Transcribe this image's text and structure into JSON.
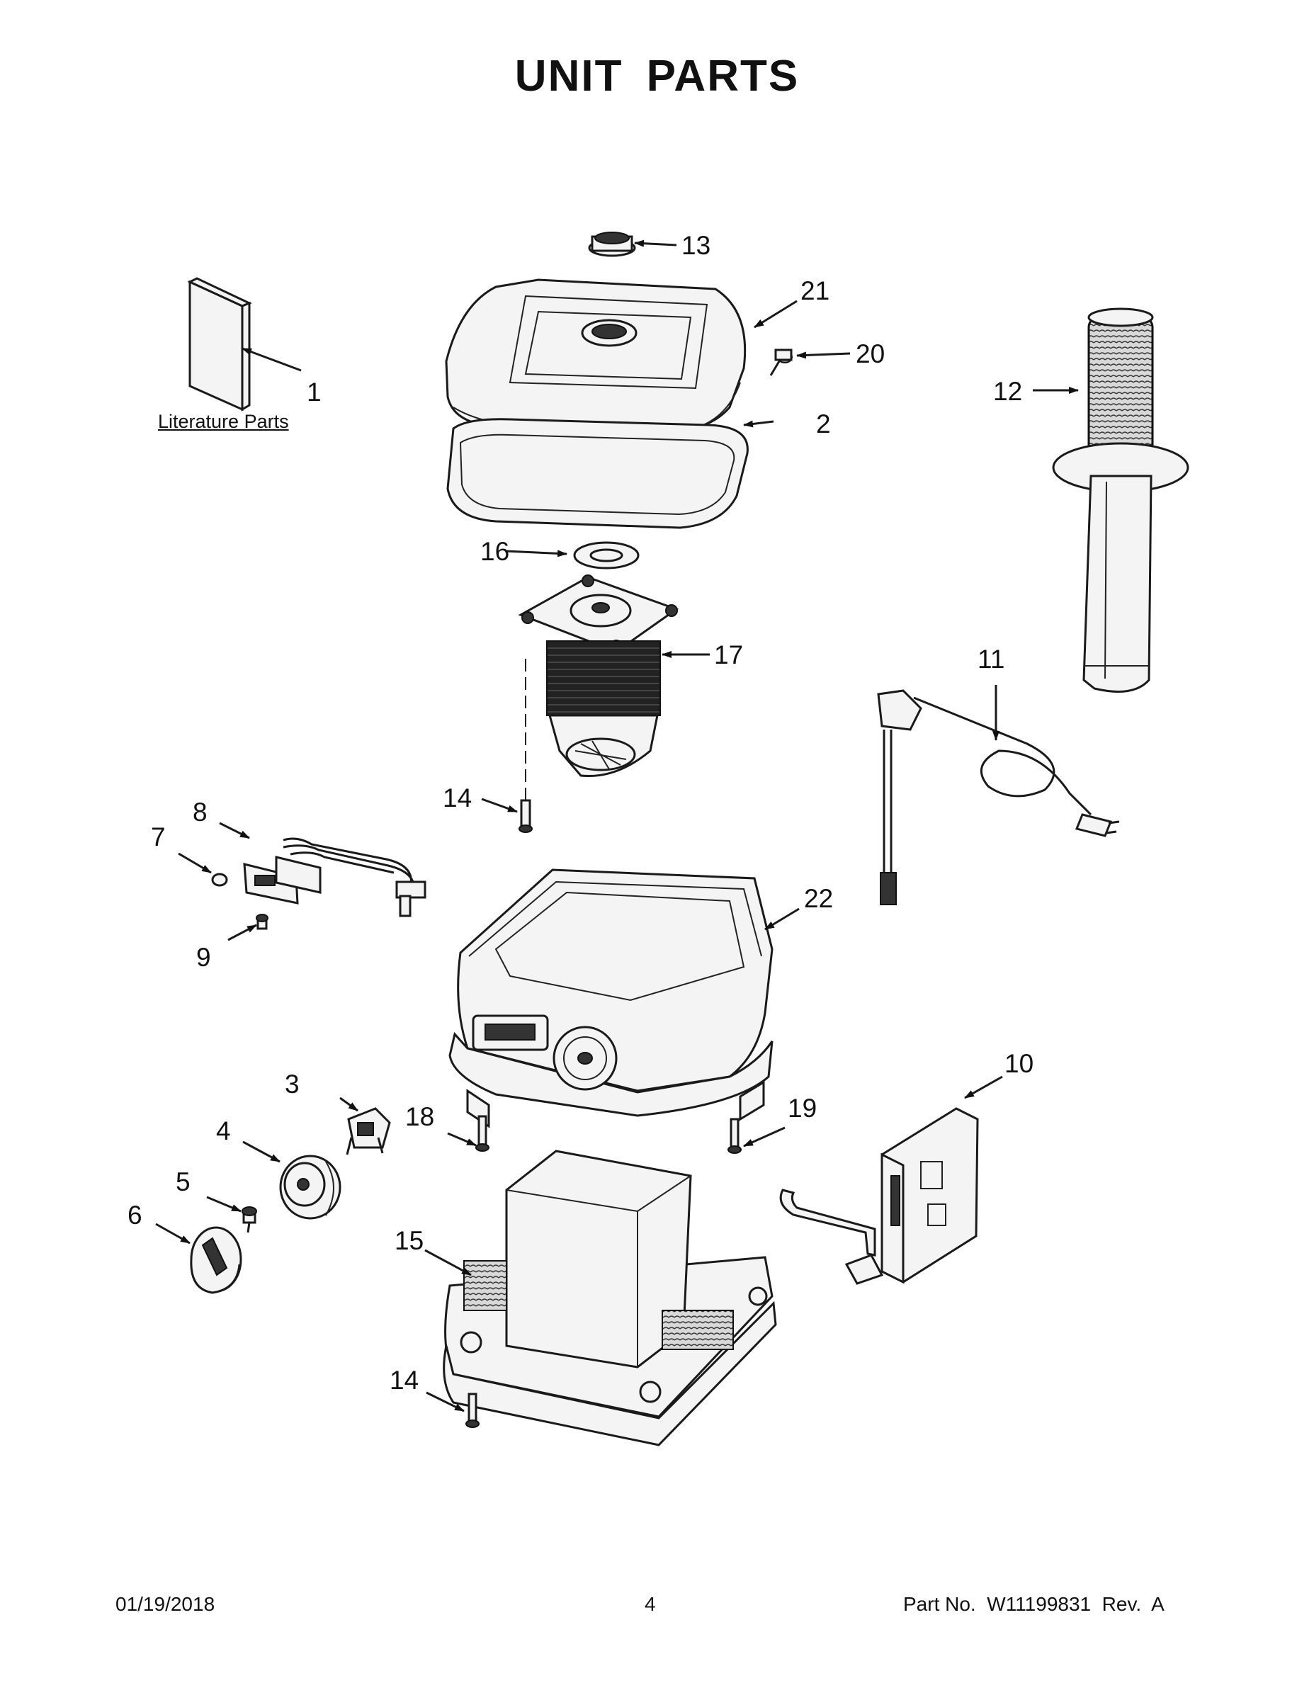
{
  "title": "UNIT PARTS",
  "literature_label": "Literature Parts",
  "callouts": {
    "c1": "1",
    "c2": "2",
    "c3": "3",
    "c4": "4",
    "c5": "5",
    "c6": "6",
    "c7": "7",
    "c8": "8",
    "c9": "9",
    "c10": "10",
    "c11": "11",
    "c12": "12",
    "c13": "13",
    "c14a": "14",
    "c14b": "14",
    "c15": "15",
    "c16": "16",
    "c17": "17",
    "c18": "18",
    "c19": "19",
    "c20": "20",
    "c21": "21",
    "c22": "22"
  },
  "footer": {
    "date": "01/19/2018",
    "page": "4",
    "part_no": "Part No.  W11199831  Rev.  A"
  }
}
